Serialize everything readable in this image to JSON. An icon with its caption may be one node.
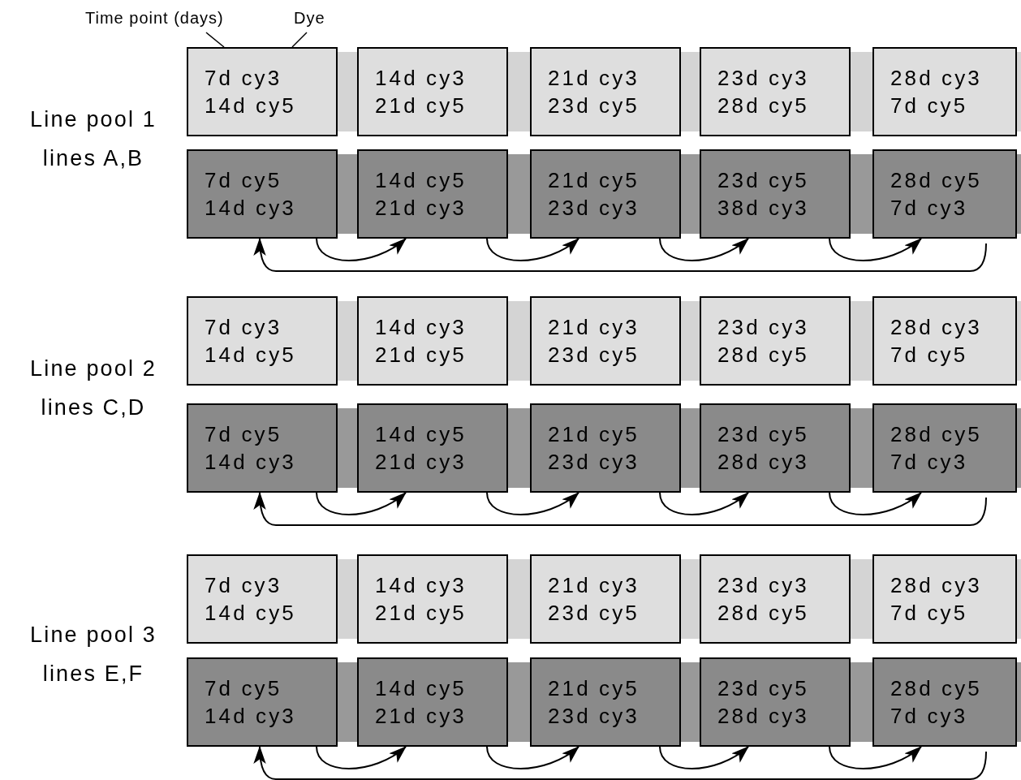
{
  "diagram": {
    "nodes": [
      {
        "text": [
          "Time point (days)"
        ]
      },
      {
        "text": [
          "Dye"
        ]
      },
      {
        "text": [
          "7d cy3",
          "14d cy5"
        ]
      },
      {
        "text": [
          "14d cy3",
          "21d cy5"
        ]
      },
      {
        "text": [
          "21d cy3",
          "23d cy5"
        ]
      },
      {
        "text": [
          "23d cy3",
          "28d cy5"
        ]
      },
      {
        "text": [
          "28d cy3",
          "7d cy5"
        ]
      },
      {
        "text": [
          "7d cy5",
          "14d cy3"
        ]
      },
      {
        "text": [
          "14d cy5",
          "21d cy3"
        ]
      },
      {
        "text": [
          "21d cy5",
          "23d cy3"
        ]
      },
      {
        "text": [
          "23d cy5",
          "38d cy3"
        ]
      },
      {
        "text": [
          "28d cy5",
          "7d cy3"
        ]
      },
      {
        "text": [
          "7d cy3",
          "14d cy5"
        ]
      },
      {
        "text": [
          "14d cy3",
          "21d cy5"
        ]
      },
      {
        "text": [
          "21d cy3",
          "23d cy5"
        ]
      },
      {
        "text": [
          "23d cy3",
          "28d cy5"
        ]
      },
      {
        "text": [
          "28d cy3",
          "7d cy5"
        ]
      },
      {
        "text": [
          "7d cy5",
          "14d cy3"
        ]
      },
      {
        "text": [
          "14d cy5",
          "21d cy3"
        ]
      },
      {
        "text": [
          "21d cy5",
          "23d cy3"
        ]
      },
      {
        "text": [
          "23d cy5",
          "28d cy3"
        ]
      },
      {
        "text": [
          "28d cy5",
          "7d cy3"
        ]
      },
      {
        "text": [
          "7d cy3",
          "14d cy5"
        ]
      },
      {
        "text": [
          "14d cy3",
          "21d cy5"
        ]
      },
      {
        "text": [
          "21d cy3",
          "23d cy5"
        ]
      },
      {
        "text": [
          "23d cy3",
          "28d cy5"
        ]
      },
      {
        "text": [
          "28d cy3",
          "7d cy5"
        ]
      },
      {
        "text": [
          "7d cy5",
          "14d cy3"
        ]
      },
      {
        "text": [
          "14d cy5",
          "21d cy3"
        ]
      },
      {
        "text": [
          "21d cy5",
          "23d cy3"
        ]
      },
      {
        "text": [
          "23d cy5",
          "28d cy3"
        ]
      },
      {
        "text": [
          "28d cy5",
          "7d cy3"
        ]
      }
    ],
    "edges": [
      {
        "from": 0,
        "to": 2,
        "arrow": "none"
      },
      {
        "from": 1,
        "to": 2,
        "arrow": "none"
      },
      {
        "from": 7,
        "to": 8,
        "arrow": "to"
      },
      {
        "from": 8,
        "to": 9,
        "arrow": "to"
      },
      {
        "from": 9,
        "to": 10,
        "arrow": "to"
      },
      {
        "from": 10,
        "to": 11,
        "arrow": "to"
      },
      {
        "from": 11,
        "to": 7,
        "arrow": "to"
      },
      {
        "from": 17,
        "to": 18,
        "arrow": "to"
      },
      {
        "from": 18,
        "to": 19,
        "arrow": "to"
      },
      {
        "from": 19,
        "to": 20,
        "arrow": "to"
      },
      {
        "from": 20,
        "to": 21,
        "arrow": "to"
      },
      {
        "from": 21,
        "to": 17,
        "arrow": "to"
      },
      {
        "from": 27,
        "to": 28,
        "arrow": "to"
      },
      {
        "from": 28,
        "to": 29,
        "arrow": "to"
      },
      {
        "from": 29,
        "to": 30,
        "arrow": "to"
      },
      {
        "from": 30,
        "to": 31,
        "arrow": "to"
      },
      {
        "from": 31,
        "to": 27,
        "arrow": "to"
      }
    ],
    "labels": [
      "Line pool 1",
      "lines A,B",
      "Line pool 2",
      "lines C,D",
      "Line pool 3",
      "lines E,F"
    ]
  }
}
